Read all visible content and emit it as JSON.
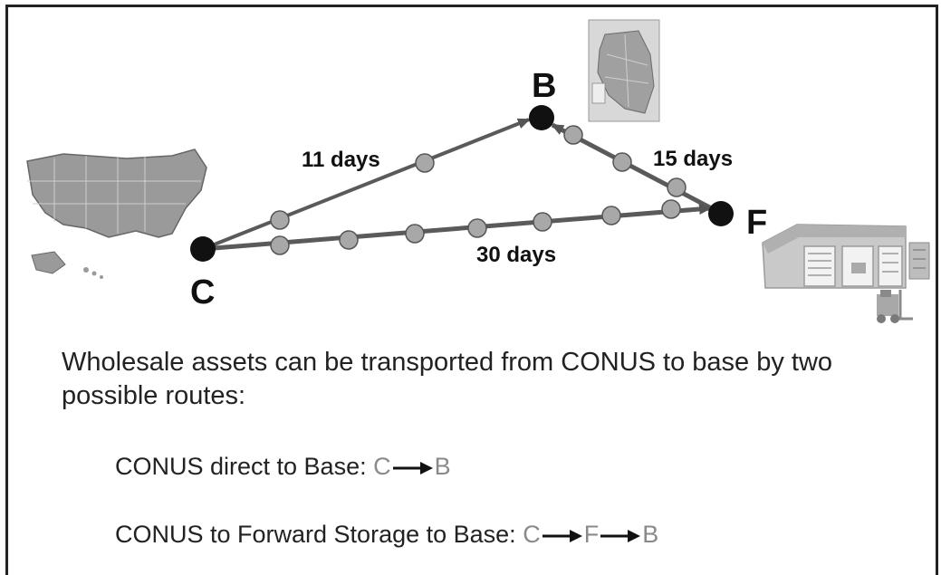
{
  "nodes": {
    "C": {
      "label": "C"
    },
    "B": {
      "label": "B"
    },
    "F": {
      "label": "F"
    }
  },
  "edges": {
    "c_to_b": {
      "label": "11 days"
    },
    "f_to_b": {
      "label": "15 days"
    },
    "c_to_f": {
      "label": "30 days"
    }
  },
  "description": "Wholesale assets can be transported from CONUS to base by two possible routes:",
  "routes": [
    {
      "label": "CONUS direct to Base:",
      "nodes": [
        "C",
        "B"
      ]
    },
    {
      "label": "CONUS to Forward Storage to Base:",
      "nodes": [
        "C",
        "F",
        "B"
      ]
    }
  ],
  "icons": [
    "us-map-icon",
    "iraq-map-icon",
    "warehouse-icon",
    "forklift-icon"
  ],
  "colors": {
    "node": "#111111",
    "waypoint": "#a8a8a8",
    "arrow_line": "#555555",
    "route_code": "#8a8a8a"
  }
}
